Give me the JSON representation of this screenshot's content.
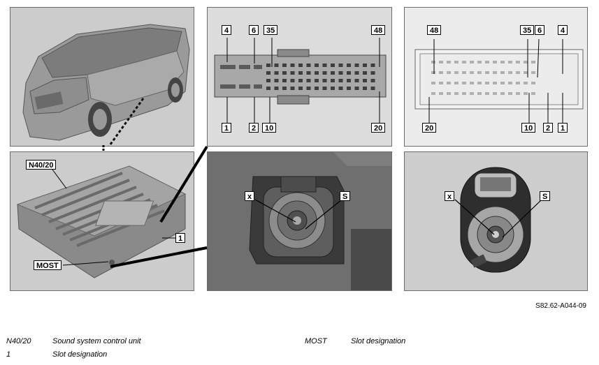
{
  "figure_ref": "S82.62-A044-09",
  "vehicle_panel": {
    "callouts": []
  },
  "unit_panel": {
    "callouts": {
      "unit": "N40/20",
      "slot": "1",
      "most": "MOST"
    }
  },
  "connector_front_panel": {
    "top_labels": [
      "4",
      "6",
      "35",
      "48"
    ],
    "bottom_labels": [
      "1",
      "2",
      "10",
      "20"
    ]
  },
  "connector_rear_panel": {
    "top_labels": [
      "48",
      "35",
      "6",
      "4"
    ],
    "bottom_labels": [
      "20",
      "10",
      "2",
      "1"
    ]
  },
  "socket_photo_panel": {
    "callouts": {
      "x": "x",
      "s": "S"
    }
  },
  "socket_render_panel": {
    "callouts": {
      "x": "x",
      "s": "S"
    }
  },
  "legend": [
    {
      "key": "N40/20",
      "value": "Sound system control unit"
    },
    {
      "key": "1",
      "value": "Slot designation"
    },
    {
      "key": "MOST",
      "value": "Slot designation"
    }
  ]
}
